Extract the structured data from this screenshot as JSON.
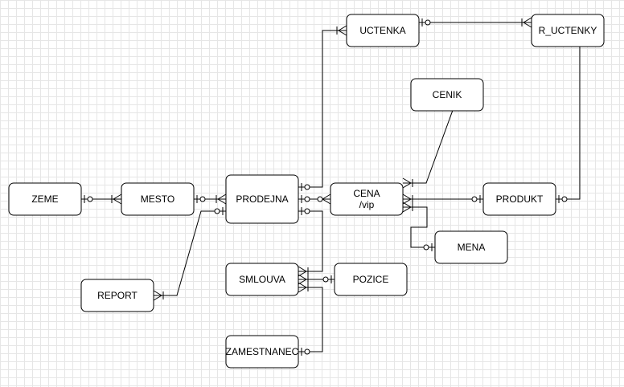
{
  "entities": [
    {
      "id": "uctenka",
      "lines": [
        "UCTENKA"
      ]
    },
    {
      "id": "r-uctenky",
      "lines": [
        "R_UCTENKY"
      ]
    },
    {
      "id": "cenik",
      "lines": [
        "CENIK"
      ]
    },
    {
      "id": "zeme",
      "lines": [
        "ZEME"
      ]
    },
    {
      "id": "mesto",
      "lines": [
        "MESTO"
      ]
    },
    {
      "id": "prodejna",
      "lines": [
        "PRODEJNA"
      ]
    },
    {
      "id": "cena",
      "lines": [
        "CENA",
        "/vip"
      ]
    },
    {
      "id": "produkt",
      "lines": [
        "PRODUKT"
      ]
    },
    {
      "id": "mena",
      "lines": [
        "MENA"
      ]
    },
    {
      "id": "report",
      "lines": [
        "REPORT"
      ]
    },
    {
      "id": "smlouva",
      "lines": [
        "SMLOUVA"
      ]
    },
    {
      "id": "pozice",
      "lines": [
        "POZICE"
      ]
    },
    {
      "id": "zamestnanec",
      "lines": [
        "ZAMESTNANEC"
      ]
    }
  ],
  "relationships": [
    {
      "id": "zeme-mesto",
      "from": "zeme",
      "from_end": "zero-or-one",
      "to": "mesto",
      "to_end": "one-or-many"
    },
    {
      "id": "mesto-prodejna",
      "from": "mesto",
      "from_end": "zero-or-one",
      "to": "prodejna",
      "to_end": "one-or-many"
    },
    {
      "id": "report-prodejna",
      "from": "report",
      "from_end": "one-or-many",
      "to": "prodejna",
      "to_end": "zero-or-one"
    },
    {
      "id": "prodejna-uctenka",
      "from": "prodejna",
      "from_end": "zero-or-one",
      "to": "uctenka",
      "to_end": "one-or-many"
    },
    {
      "id": "uctenka-r-uctenky",
      "from": "uctenka",
      "from_end": "zero-or-one",
      "to": "r-uctenky",
      "to_end": "one-or-many"
    },
    {
      "id": "prodejna-cena",
      "from": "prodejna",
      "from_end": "zero-or-one",
      "to": "cena",
      "to_end": "zero-or-many"
    },
    {
      "id": "cena-cenik",
      "from": "cena",
      "from_end": "one-or-many",
      "to": "cenik",
      "to_end": "zero-or-one"
    },
    {
      "id": "cena-produkt",
      "from": "cena",
      "from_end": "one-or-many",
      "to": "produkt",
      "to_end": "zero-or-one"
    },
    {
      "id": "produkt-r-uctenky",
      "from": "produkt",
      "from_end": "zero-or-one",
      "to": "r-uctenky",
      "to_end": "one-or-many"
    },
    {
      "id": "cena-mena",
      "from": "cena",
      "from_end": "one-or-many",
      "to": "mena",
      "to_end": "zero-or-one"
    },
    {
      "id": "prodejna-smlouva",
      "from": "prodejna",
      "from_end": "zero-or-one",
      "to": "smlouva",
      "to_end": "one-or-many"
    },
    {
      "id": "smlouva-pozice",
      "from": "smlouva",
      "from_end": "one-or-many",
      "to": "pozice",
      "to_end": "zero-or-one"
    },
    {
      "id": "zamestnanec-smlouva",
      "from": "zamestnanec",
      "from_end": "zero-or-one",
      "to": "smlouva",
      "to_end": "one-or-many"
    }
  ]
}
